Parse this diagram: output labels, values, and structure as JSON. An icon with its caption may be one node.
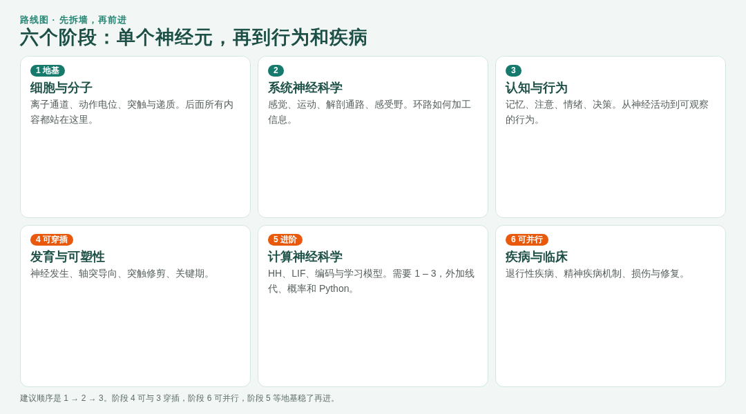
{
  "diagram": {
    "title": "六个阶段：单个神经元，再到行为和疾病",
    "caption": "建议顺序是 1 → 2 → 3。阶段 4 可与 3 穿插，阶段 6 可并行，阶段 5 等地基稳了再进。",
    "nodes": [
      {
        "text": [
          "1 地基",
          "细胞与分子",
          "离子通道、动作电位、突触与递质。后面所有内容都站在这里。"
        ]
      },
      {
        "text": [
          "2",
          "系统神经科学",
          "感觉、运动、解剖通路、感受野。环路如何加工信息。"
        ]
      },
      {
        "text": [
          "3",
          "认知与行为",
          "记忆、注意、情绪、决策。从神经活动到可观察的行为。"
        ]
      },
      {
        "text": [
          "4 可穿插",
          "发育与可塑性",
          "神经发生、轴突导向、突触修剪、关键期。"
        ]
      },
      {
        "text": [
          "5 进阶",
          "计算神经科学",
          "HH、LIF、编码与学习模型。需要 1 – 3，外加线代、概率和 Python。"
        ]
      },
      {
        "text": [
          "6 可并行",
          "疾病与临床",
          "退行性疾病、精神疾病机制、损伤与修复。"
        ]
      }
    ],
    "labels": [
      "路线图 · 先拆墙，再前进"
    ]
  }
}
